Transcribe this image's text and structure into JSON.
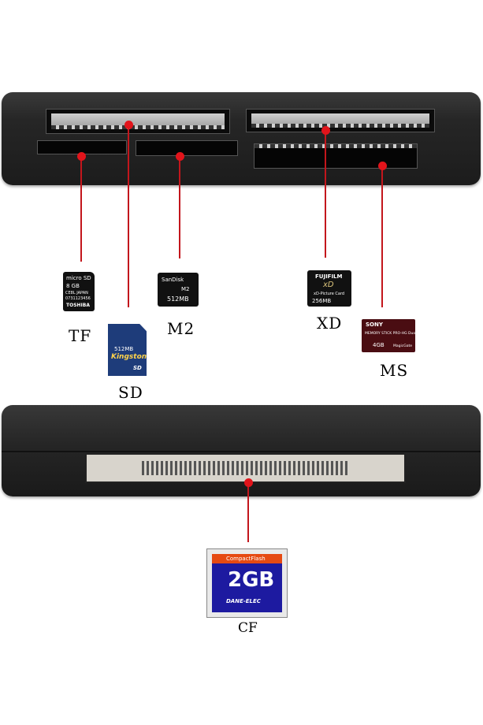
{
  "labels": {
    "tf": "TF",
    "sd": "SD",
    "m2": "M2",
    "xd": "XD",
    "ms": "MS",
    "cf": "CF"
  },
  "cards": {
    "tf": {
      "line1": "micro SD",
      "line2": "8 GB",
      "line3": "CE8L JAPAN",
      "line4": "0731123456",
      "line5": "TOSHIBA"
    },
    "sd": {
      "capacity": "512MB",
      "brand": "Kingston",
      "mark": "SD"
    },
    "m2": {
      "brand": "SanDisk",
      "type": "M2",
      "capacity": "512MB"
    },
    "xd": {
      "brand": "FUJIFILM",
      "logo": "xD",
      "subtitle": "xD-Picture Card",
      "capacity": "256MB"
    },
    "ms": {
      "brand": "SONY",
      "type": "MEMORY STICK PRO-HG Duo",
      "capacity": "4GB",
      "tag": "MagicGate"
    },
    "cf": {
      "brand": "CompactFlash",
      "capacity": "2GB",
      "maker": "DANE-ELEC"
    }
  },
  "colors": {
    "pointer": "#c3161c",
    "reader": "#1c1c1c",
    "cf_card_frame": "#1d1aa0",
    "cf_card_header": "#e64a12"
  }
}
